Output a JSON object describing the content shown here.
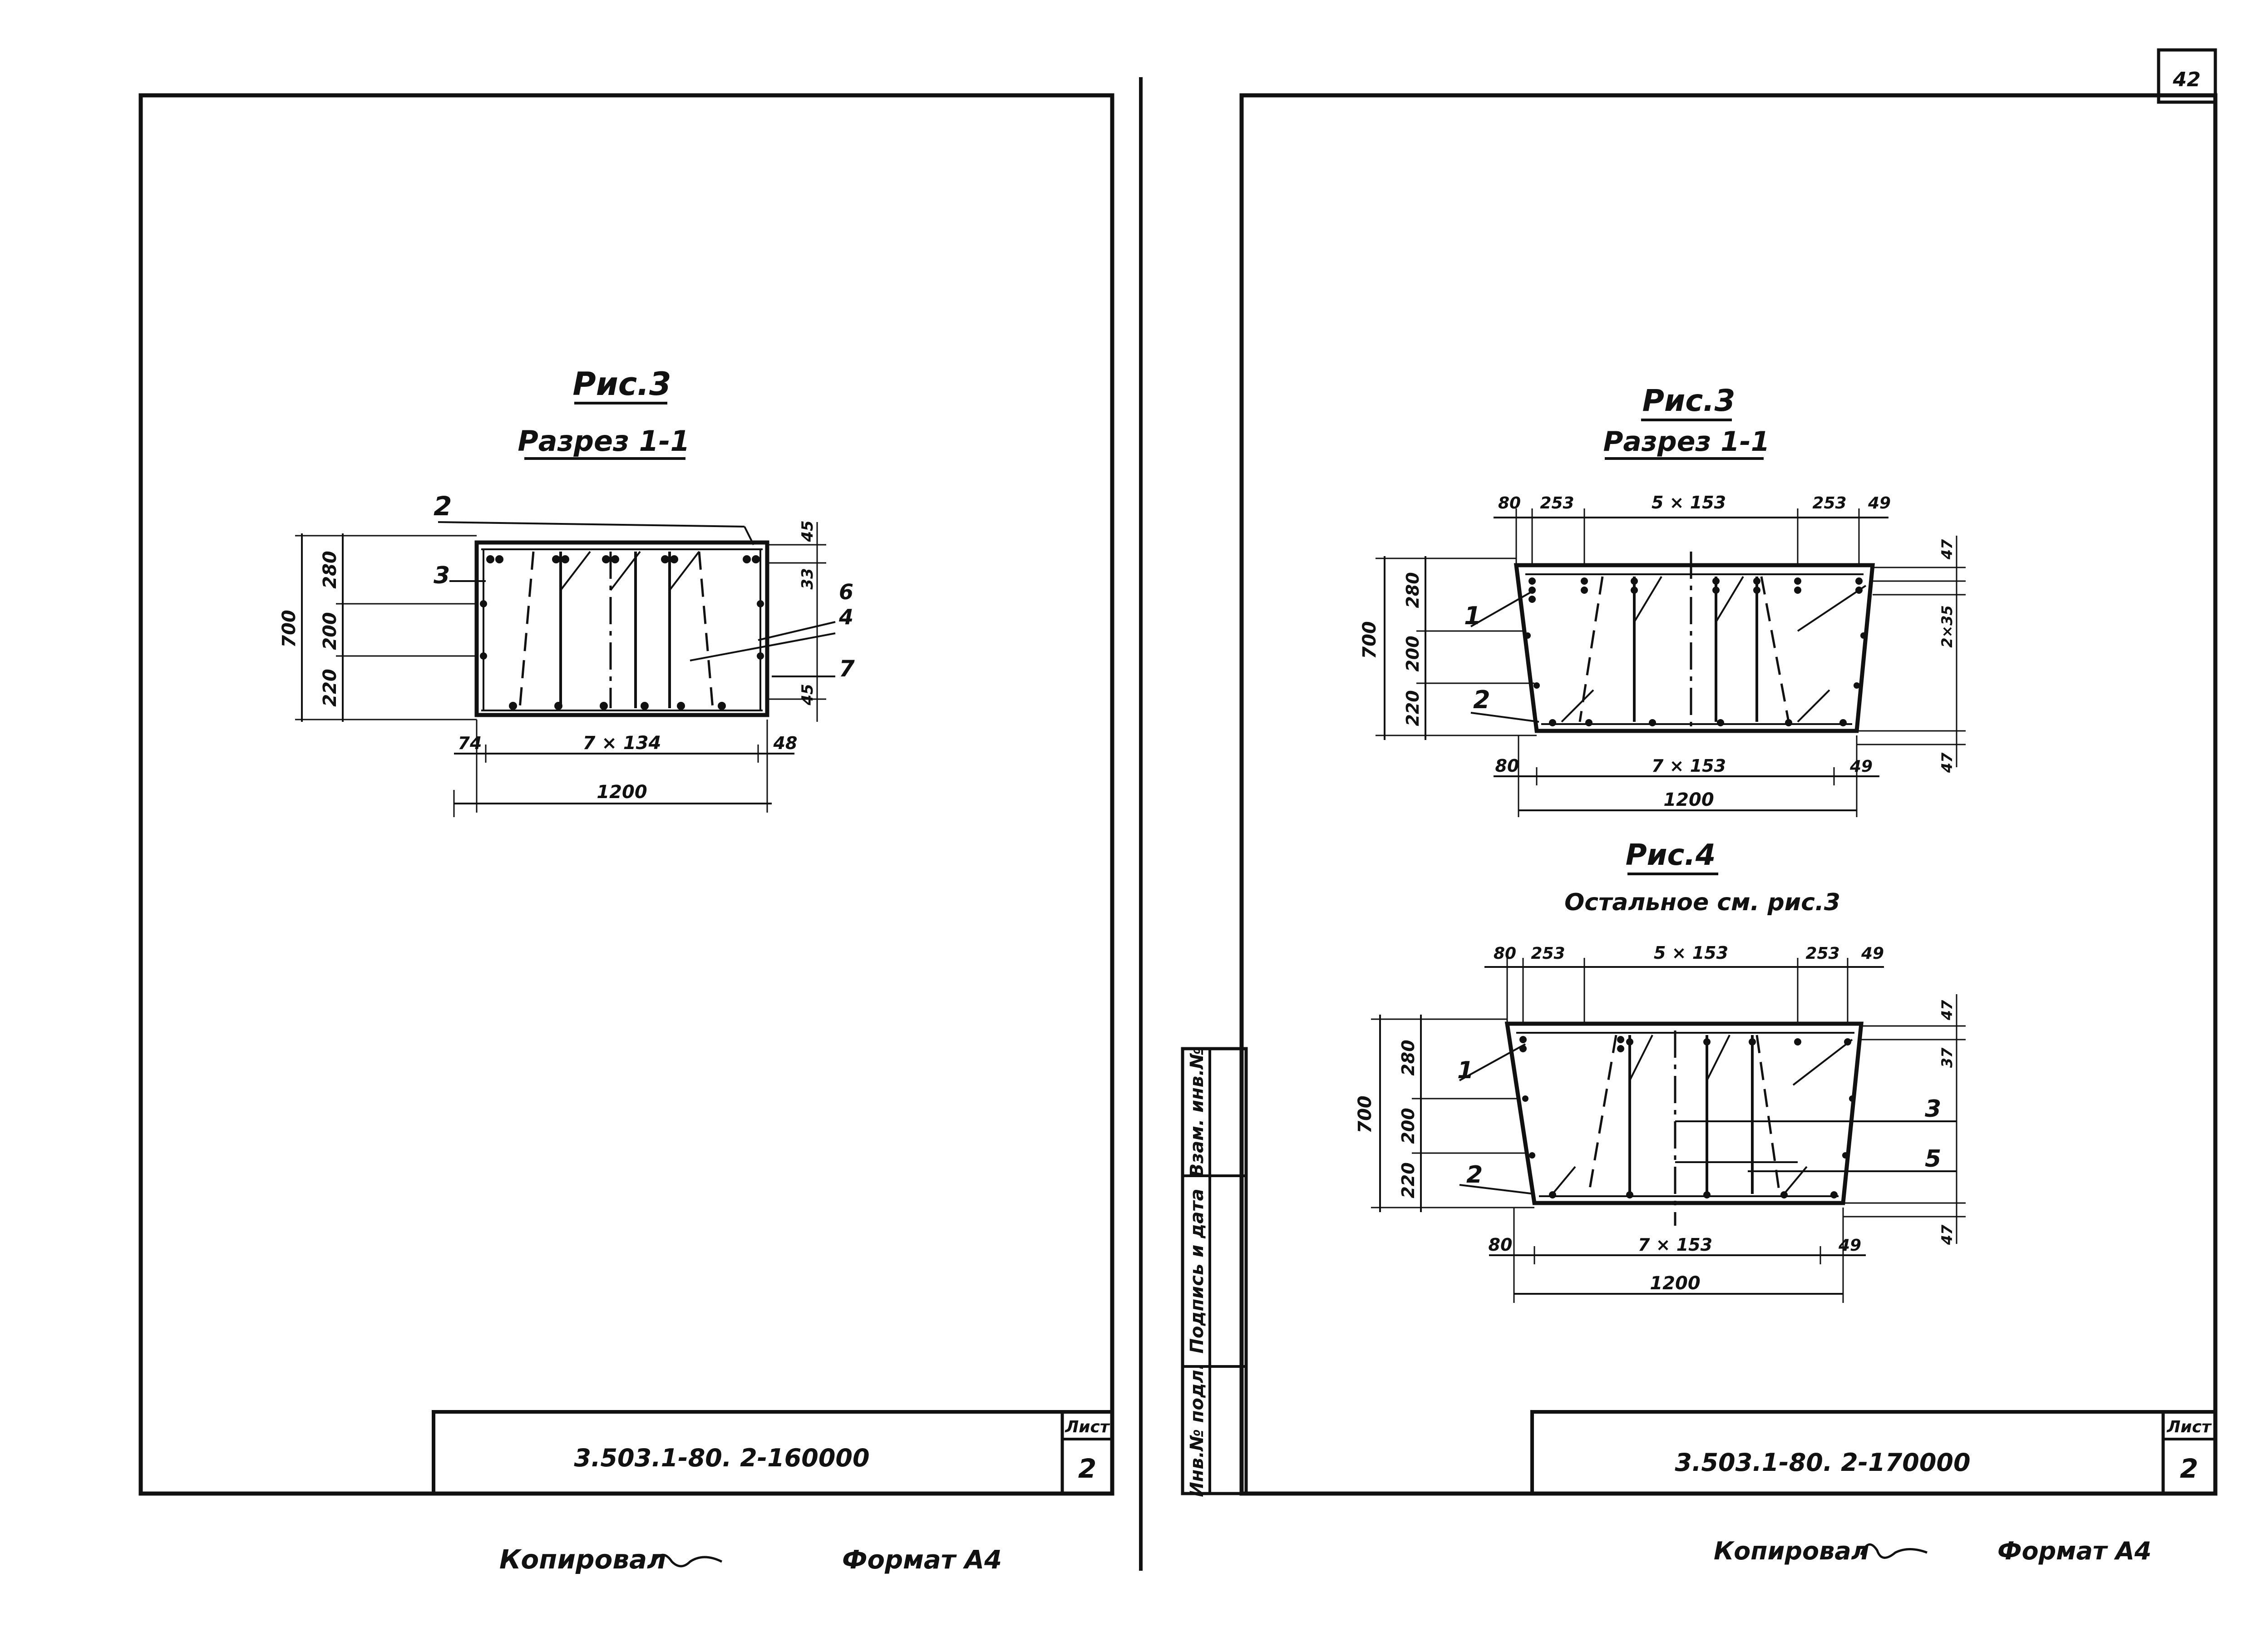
{
  "left_sheet": {
    "figure_title": "Рис.3",
    "section_title": "Разрез 1-1",
    "dims_vertical": [
      "700",
      "280",
      "200",
      "220"
    ],
    "dims_right": [
      "45",
      "33",
      "45"
    ],
    "dims_bottom": [
      "74",
      "7 × 134",
      "48",
      "1200"
    ],
    "callouts": [
      "2",
      "3",
      "6",
      "4",
      "7"
    ],
    "doc_code": "3.503.1-80. 2-160000",
    "sheet_label": "Лист",
    "sheet_number": "2",
    "footer_copied": "Копировал",
    "footer_format": "Формат А4"
  },
  "right_sheet": {
    "page_stamp": "42",
    "fig3_title": "Рис.3",
    "fig3_section": "Разрез 1-1",
    "fig3_dims_top": [
      "80",
      "253",
      "5 × 153",
      "253",
      "49"
    ],
    "fig3_dims_vertical": [
      "700",
      "280",
      "200",
      "220"
    ],
    "fig3_dims_right": [
      "47",
      "2×35",
      "47"
    ],
    "fig3_dims_bottom": [
      "80",
      "7 × 153",
      "49",
      "1200"
    ],
    "fig3_callouts": [
      "1",
      "2"
    ],
    "fig4_title": "Рис.4",
    "fig4_note": "Остальное см. рис.3",
    "fig4_dims_top": [
      "80",
      "253",
      "5 × 153",
      "253",
      "49"
    ],
    "fig4_dims_vertical": [
      "700",
      "280",
      "200",
      "220"
    ],
    "fig4_dims_right": [
      "47",
      "37",
      "47"
    ],
    "fig4_dims_bottom": [
      "80",
      "7 × 153",
      "49",
      "1200"
    ],
    "fig4_callouts": [
      "1",
      "2",
      "3",
      "5"
    ],
    "side_stamp": [
      "Взам. инв.№",
      "Подпись и дата",
      "Инв.№ подл."
    ],
    "doc_code": "3.503.1-80. 2-170000",
    "sheet_label": "Лист",
    "sheet_number": "2",
    "footer_copied": "Копировал",
    "footer_format": "Формат А4"
  }
}
